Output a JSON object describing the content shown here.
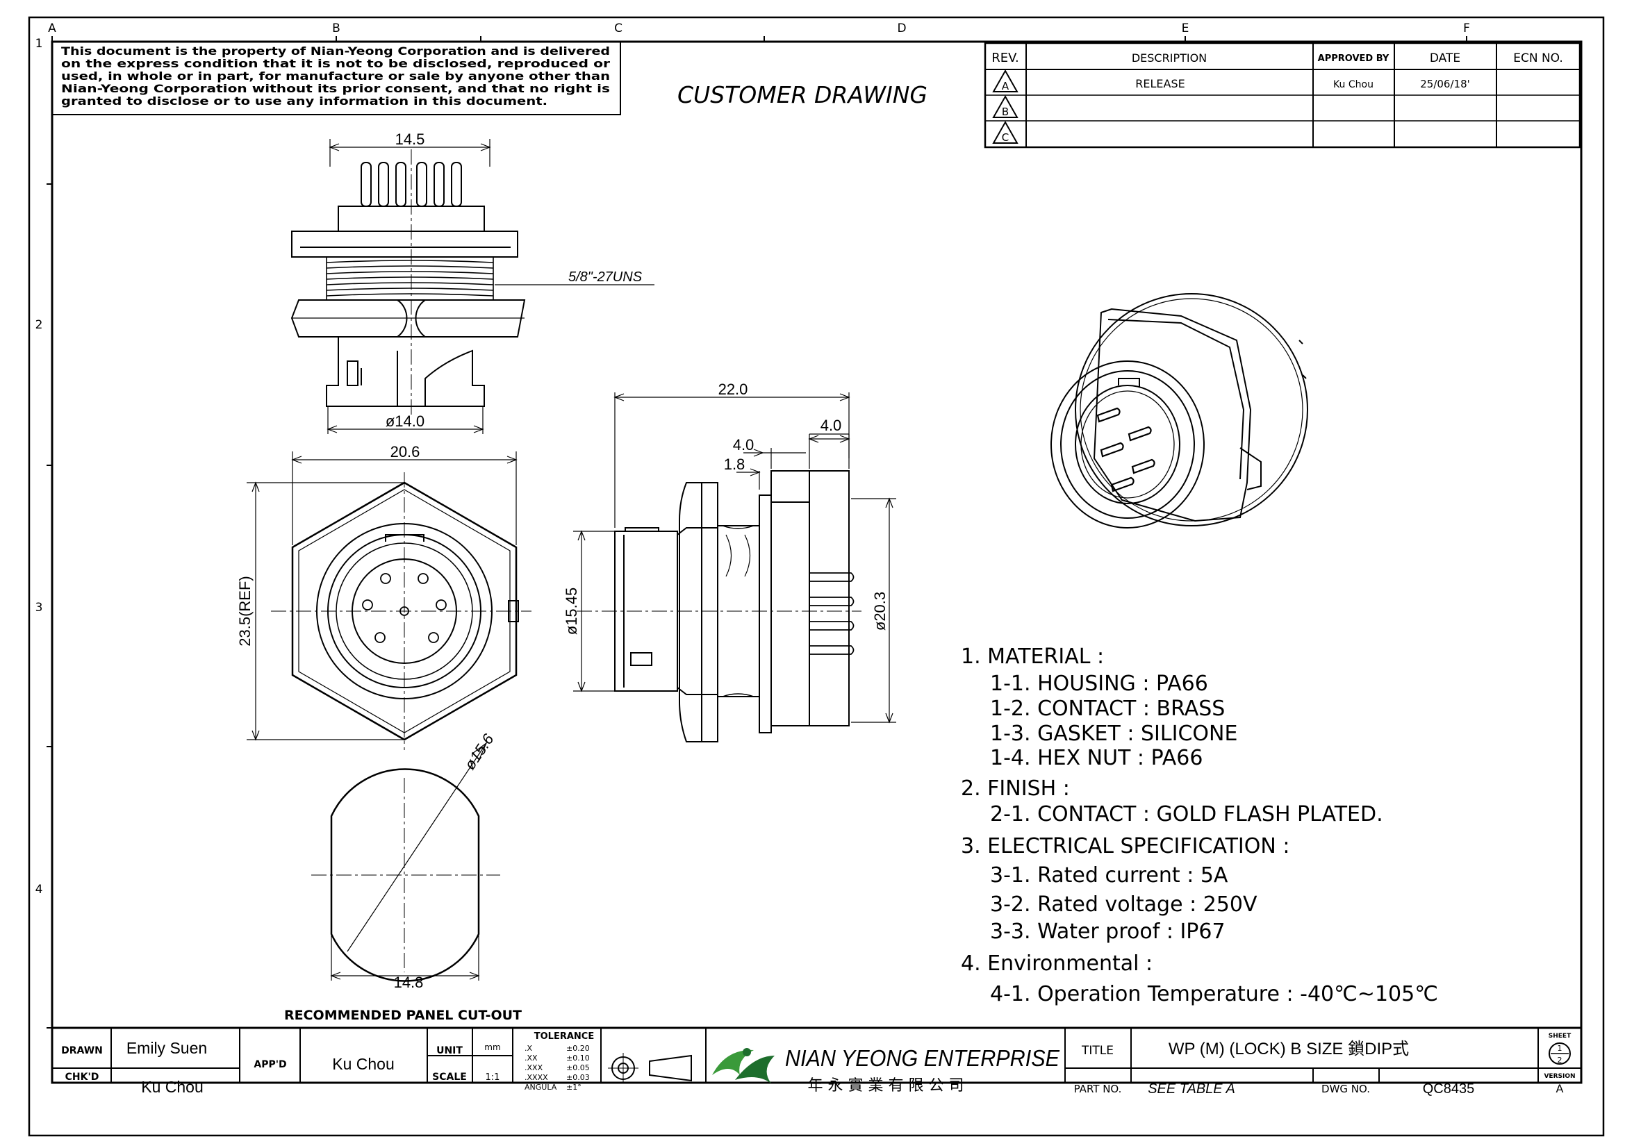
{
  "notice": {
    "lines": [
      "This document is the property of Nian-Yeong Corporation and is delivered",
      "on  the  express condition that it is not to be disclosed, reproduced or",
      "used, in whole or in part, for manufacture or sale by anyone other than",
      "Nian-Yeong Corporation without  its prior consent, and that  no right  is",
      "granted to disclose or to use any information in this  document."
    ]
  },
  "header_title": "CUSTOMER  DRAWING",
  "grid": {
    "columns": [
      "A",
      "B",
      "C",
      "D",
      "E",
      "F"
    ],
    "rows": [
      "1",
      "2",
      "3",
      "4"
    ]
  },
  "revision_table": {
    "headers": [
      "REV.",
      "DESCRIPTION",
      "APPROVED BY",
      "DATE",
      "ECN NO."
    ],
    "rows": [
      {
        "rev": "A",
        "description": "RELEASE",
        "approved_by": "Ku Chou",
        "date": "25/06/18'",
        "ecn": ""
      },
      {
        "rev": "B",
        "description": "",
        "approved_by": "",
        "date": "",
        "ecn": ""
      },
      {
        "rev": "C",
        "description": "",
        "approved_by": "",
        "date": "",
        "ecn": ""
      }
    ]
  },
  "dimensions": {
    "top_width": "14.5",
    "thread": "5/8\"-27UNS",
    "base_dia": "ø14.0",
    "hex_width": "20.6",
    "hex_height": "23.5(REF)",
    "side_length": "22.0",
    "side_4_0_a": "4.0",
    "side_4_0_b": "4.0",
    "side_1_8": "1.8",
    "side_dia_left": "ø15.45",
    "side_dia_right": "ø20.3",
    "cutout_dia": "ø15.6",
    "cutout_flat": "14.8"
  },
  "cutout_label": "RECOMMENDED  PANEL  CUT-OUT",
  "notes": [
    {
      "text": "1.  MATERIAL  :",
      "level": 0
    },
    {
      "text": "1-1.  HOUSING  :  PA66",
      "level": 1
    },
    {
      "text": "1-2.  CONTACT  :  BRASS",
      "level": 1
    },
    {
      "text": "1-3.  GASKET  :  SILICONE",
      "level": 1
    },
    {
      "text": "1-4.  HEX  NUT  :  PA66",
      "level": 1
    },
    {
      "text": "2.  FINISH  :",
      "level": 0
    },
    {
      "text": "2-1.  CONTACT  :  GOLD  FLASH  PLATED.",
      "level": 1
    },
    {
      "text": "3.  ELECTRICAL  SPECIFICATION  :",
      "level": 0
    },
    {
      "text": "3-1.  Rated  current  :  5A",
      "level": 1
    },
    {
      "text": "3-2.  Rated  voltage  :  250V",
      "level": 1
    },
    {
      "text": "3-3.  Water  proof  :  IP67",
      "level": 1
    },
    {
      "text": "4.  Environmental  :",
      "level": 0
    },
    {
      "text": "4-1.  Operation  Temperature  :  -40℃~105℃",
      "level": 1
    }
  ],
  "title_block": {
    "drawn_label": "DRAWN",
    "drawn": "Emily Suen",
    "chkd_label": "CHK'D",
    "chkd": "Ku Chou",
    "appd_label": "APP'D",
    "appd": "Ku Chou",
    "unit_label": "UNIT",
    "unit": "mm",
    "scale_label": "SCALE",
    "scale": "1:1",
    "tolerance_label": "TOLERANCE",
    "tolerances": [
      {
        "k": ".X",
        "v": "±0.20"
      },
      {
        "k": ".XX",
        "v": "±0.10"
      },
      {
        "k": ".XXX",
        "v": "±0.05"
      },
      {
        "k": ".XXXX",
        "v": "±0.03"
      },
      {
        "k": "ANGULA",
        "v": "±1°"
      }
    ],
    "company": "NIAN YEONG ENTERPRISE",
    "company_cn": "年 永 實 業 有 限 公 司",
    "title_label": "TITLE",
    "title": "WP  (M)  (LOCK)  B  SIZE  鎖DIP式",
    "part_label": "PART NO.",
    "part": "SEE TABLE A",
    "dwg_label": "DWG NO.",
    "dwg": "QC8435",
    "sheet_label": "SHEET",
    "sheet_num": "1",
    "sheet_den": "2",
    "version_label": "VERSION",
    "version": "A"
  }
}
